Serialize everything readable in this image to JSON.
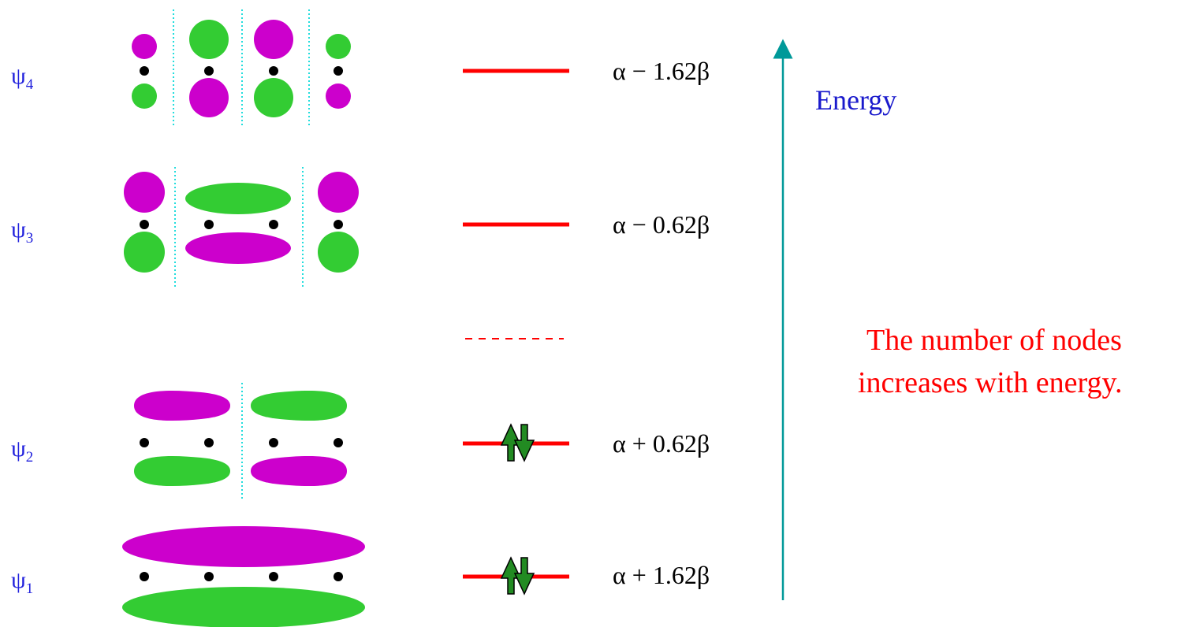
{
  "orbitals": [
    {
      "id": "psi4",
      "symbol": "ψ",
      "index": "4",
      "energy": "α − 1.62β",
      "level_style": "solid",
      "electrons": 0,
      "nodes": 3
    },
    {
      "id": "psi3",
      "symbol": "ψ",
      "index": "3",
      "energy": "α − 0.62β",
      "level_style": "solid",
      "electrons": 0,
      "nodes": 2
    },
    {
      "id": "alpha-ref",
      "level_style": "dashed"
    },
    {
      "id": "psi2",
      "symbol": "ψ",
      "index": "2",
      "energy": "α + 0.62β",
      "level_style": "solid",
      "electrons": 2,
      "nodes": 1
    },
    {
      "id": "psi1",
      "symbol": "ψ",
      "index": "1",
      "energy": "α + 1.62β",
      "level_style": "solid",
      "electrons": 2,
      "nodes": 0
    }
  ],
  "axis": {
    "label": "Energy"
  },
  "note": {
    "line1": "The number of nodes",
    "line2": "increases with energy."
  },
  "colors": {
    "positive_lobe": "#cc00cc",
    "negative_lobe": "#33cc33",
    "node_line": "#22dddd",
    "level_line": "#ff0000",
    "axis": "#009999",
    "electron_arrow": "#228b22",
    "label": "#2222dd"
  }
}
